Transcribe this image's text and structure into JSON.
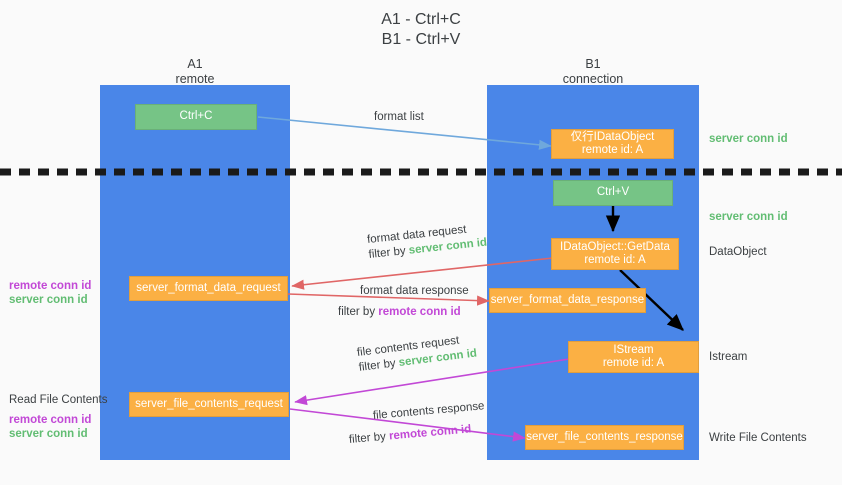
{
  "title": {
    "line1": "A1 - Ctrl+C",
    "line2": "B1 - Ctrl+V"
  },
  "lanes": [
    {
      "name": "A1",
      "sub": "remote"
    },
    {
      "name": "B1",
      "sub": "connection"
    }
  ],
  "colors": {
    "lane": "#4a86e8",
    "orange": "#fbb044",
    "green_box": "#76c486",
    "green_text": "#62bd73",
    "purple_text": "#c248d6",
    "blue_arrow": "#6fa8dc",
    "red_arrow": "#e06666",
    "magenta_arrow": "#c248d6",
    "black_arrow": "#000000",
    "background": "#fafafa"
  },
  "boxes": {
    "ctrl_c": "Ctrl+C",
    "ctrl_v": "Ctrl+V",
    "idataobject": {
      "line1": "仅行IDataObject",
      "line2": "remote id: A"
    },
    "getdata": {
      "line1": "IDataObject::GetData",
      "line2": "remote id: A"
    },
    "istream": {
      "line1": "IStream",
      "line2": "remote id: A"
    },
    "server_format_data_request": "server_format_data_request",
    "server_format_data_response": "server_format_data_response",
    "server_file_contents_request": "server_file_contents_request",
    "server_file_contents_response": "server_file_contents_response"
  },
  "edges": {
    "format_list": "format list",
    "format_data_request": {
      "line1": "format data request",
      "prefix": "filter by ",
      "key": "server conn id"
    },
    "format_data_response": {
      "line1": "format data response",
      "prefix": "filter by ",
      "key": "remote conn id"
    },
    "file_contents_request": {
      "line1": "file contents request",
      "prefix": "filter by ",
      "key": "server conn id"
    },
    "file_contents_response": {
      "line1": "file contents response",
      "prefix": "filter by ",
      "key": "remote conn id"
    }
  },
  "right_labels": {
    "server_conn_id_top": "server conn id",
    "server_conn_id_mid": "server conn id",
    "dataobject": "DataObject",
    "istream": "Istream",
    "write_file_contents": "Write File Contents"
  },
  "left_labels": {
    "remote_conn_id_1": "remote conn id",
    "server_conn_id_1": "server conn id",
    "read_file_contents": "Read File Contents",
    "remote_conn_id_2": "remote conn id",
    "server_conn_id_2": "server conn id"
  }
}
